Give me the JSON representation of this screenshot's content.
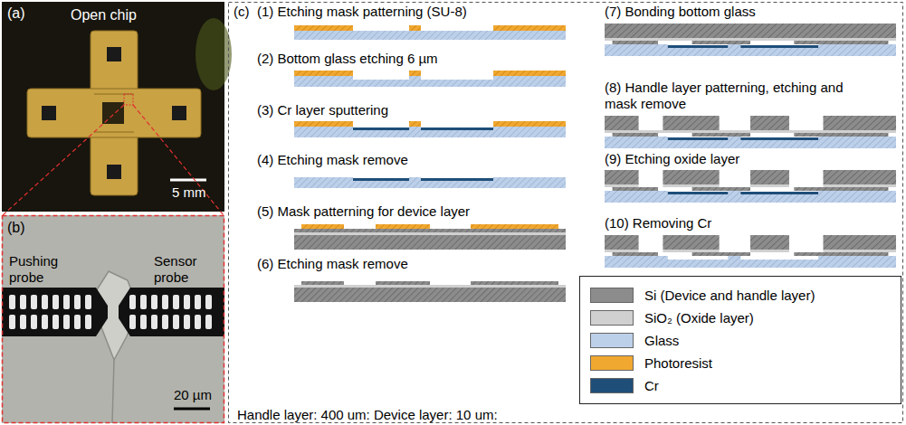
{
  "diagram": {
    "labels": [
      "(a)",
      "Open chip",
      "5 mm",
      "(b)",
      "Pushing probe",
      "Sensor probe",
      "20 µm",
      "(c)",
      "(1) Etching mask patterning (SU-8)",
      "(2) Bottom glass etching 6 µm",
      "(3) Cr layer sputtering",
      "(4) Etching mask remove",
      "(5) Mask patterning for device layer",
      "(6) Etching mask remove",
      "Handle layer: 400 um: Device layer: 10 um:",
      "(7) Bonding bottom glass",
      "(8) Handle layer patterning, etching and mask remove",
      "(9) Etching oxide layer",
      "(10) Removing Cr"
    ],
    "legend": [
      {
        "text": "Si (Device and handle layer)",
        "color": "#8c8c8c"
      },
      {
        "text": "SiO₂ (Oxide layer)",
        "color": "#d0d0d0"
      },
      {
        "text": "Glass",
        "color": "#bdd0e9"
      },
      {
        "text": "Photoresist",
        "color": "#f0a830"
      },
      {
        "text": "Cr",
        "color": "#1f4e79"
      }
    ]
  }
}
